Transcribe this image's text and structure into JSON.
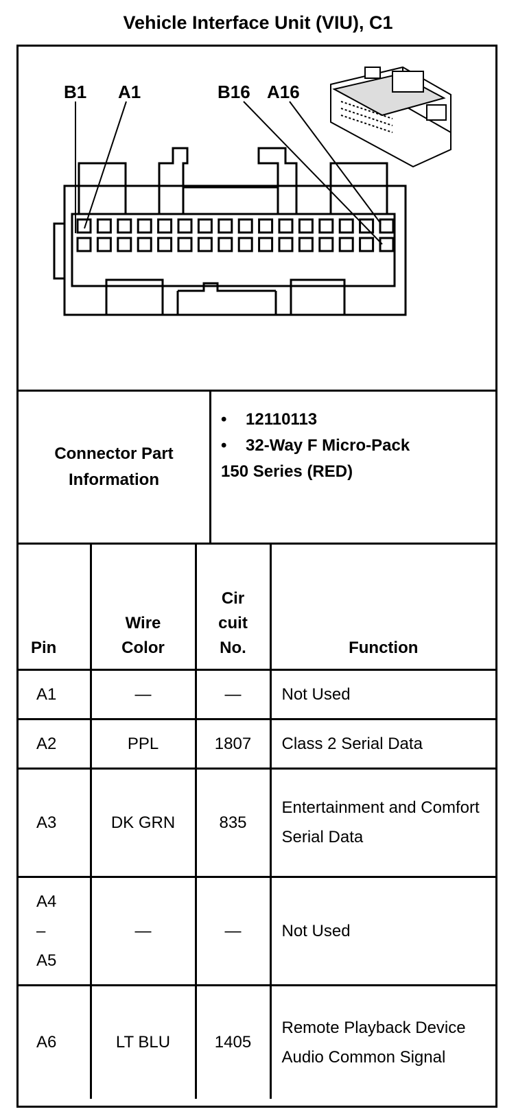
{
  "title": "Vehicle Interface Unit (VIU), C1",
  "diagram": {
    "labels": {
      "b1": "B1",
      "a1": "A1",
      "b16": "B16",
      "a16": "A16"
    },
    "icon": "connector-face-drawing"
  },
  "connector_info": {
    "label": "Connector Part Information",
    "bullets": [
      "12110113",
      "32-Way F Micro-Pack"
    ],
    "continuation": "150 Series (RED)"
  },
  "pin_table": {
    "headers": {
      "pin": "Pin",
      "wire_color": "Wire Color",
      "circuit_no": "Cir cuit No.",
      "function": "Function"
    },
    "rows": [
      {
        "pin": "A1",
        "wire_color": "—",
        "circuit": "—",
        "function": "Not Used"
      },
      {
        "pin": "A2",
        "wire_color": "PPL",
        "circuit": "1807",
        "function": "Class 2 Serial Data"
      },
      {
        "pin": "A3",
        "wire_color": "DK GRN",
        "circuit": "835",
        "function": "Entertainment and Comfort Serial Data"
      },
      {
        "pin": "A4 –A5",
        "wire_color": "—",
        "circuit": "—",
        "function": "Not Used"
      },
      {
        "pin": "A6",
        "wire_color": "LT BLU",
        "circuit": "1405",
        "function": "Remote Playback Device Audio Common Signal"
      }
    ]
  }
}
